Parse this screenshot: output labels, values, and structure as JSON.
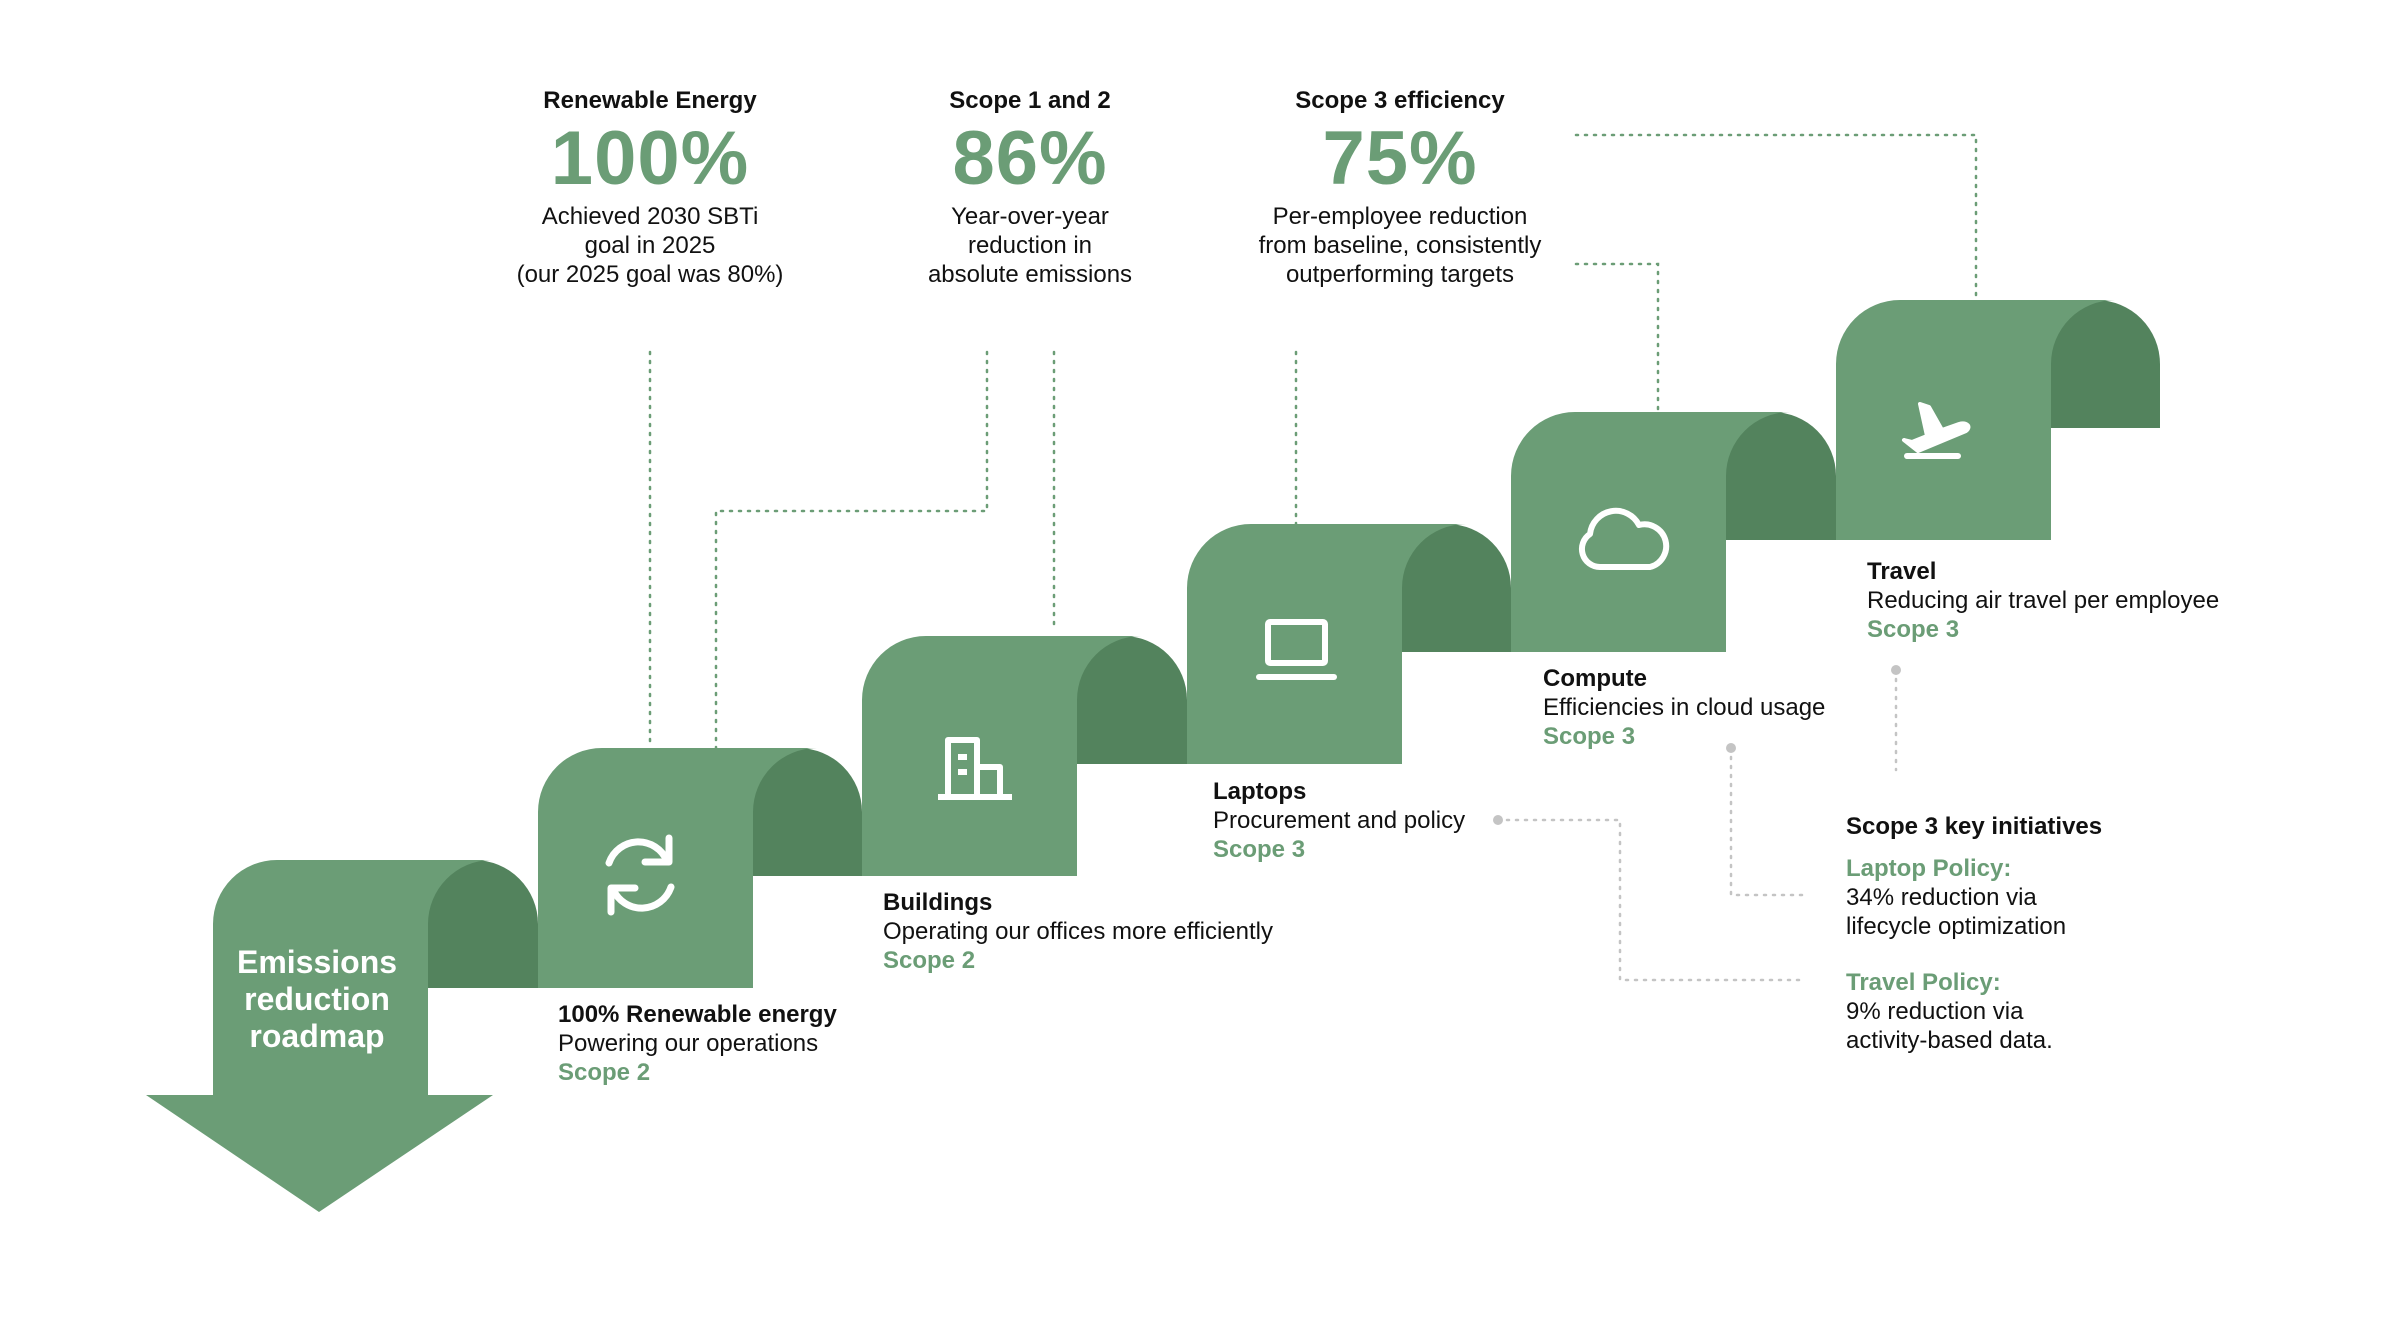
{
  "title": {
    "lines": [
      "Emissions",
      "reduction",
      "roadmap"
    ]
  },
  "stats": [
    {
      "title": "Renewable Energy",
      "value": "100%",
      "desc": [
        "Achieved 2030 SBTi",
        "goal in 2025",
        "(our 2025 goal was 80%)"
      ]
    },
    {
      "title": "Scope 1 and 2",
      "value": "86%",
      "desc": [
        "Year-over-year",
        "reduction in",
        "absolute emissions"
      ]
    },
    {
      "title": "Scope 3 efficiency",
      "value": "75%",
      "desc": [
        "Per-employee reduction",
        "from baseline, consistently",
        "outperforming targets"
      ]
    }
  ],
  "steps": [
    {
      "icon": "refresh-icon",
      "title": "100% Renewable energy",
      "subtitle": "Powering our operations",
      "scope": "Scope 2"
    },
    {
      "icon": "building-icon",
      "title": "Buildings",
      "subtitle": "Operating our offices more efficiently",
      "scope": "Scope 2"
    },
    {
      "icon": "laptop-icon",
      "title": "Laptops",
      "subtitle": "Procurement and policy",
      "scope": "Scope 3"
    },
    {
      "icon": "cloud-icon",
      "title": "Compute",
      "subtitle": "Efficiencies in cloud usage",
      "scope": "Scope 3"
    },
    {
      "icon": "airplane-takeoff-icon",
      "title": "Travel",
      "subtitle": "Reducing air travel per employee",
      "scope": "Scope 3"
    }
  ],
  "key_initiatives": {
    "heading": "Scope 3 key initiatives",
    "items": [
      {
        "name": "Laptop Policy:",
        "desc": [
          "34% reduction via",
          "lifecycle optimization"
        ]
      },
      {
        "name": "Travel Policy:",
        "desc": [
          "9% reduction via",
          "activity-based data."
        ]
      }
    ]
  },
  "colors": {
    "step_main": "#6b9d76",
    "step_dark": "#53835d",
    "accent_text": "#6b9d76",
    "dotted_green": "#6b9d76",
    "dotted_grey": "#c4c4c4",
    "text": "#111111",
    "icon": "#ffffff"
  }
}
